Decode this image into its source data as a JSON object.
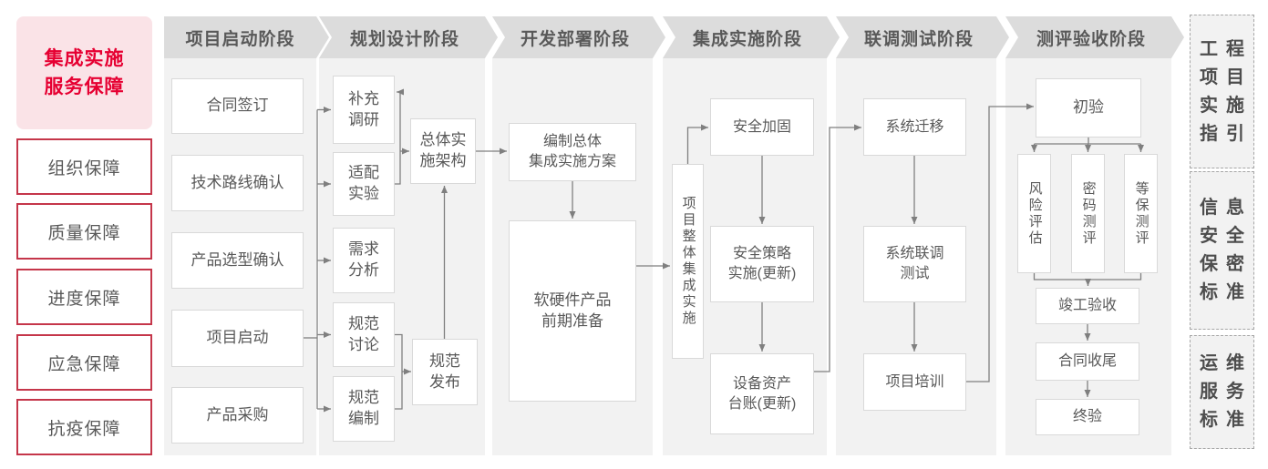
{
  "sidebar": {
    "title": "集成实施\n服务保障",
    "items": [
      "组织保障",
      "质量保障",
      "进度保障",
      "应急保障",
      "抗疫保障"
    ]
  },
  "phases": [
    {
      "label": "项目启动阶段",
      "boxes": [
        "合同签订",
        "技术路线确认",
        "产品选型确认",
        "项目启动",
        "产品采购"
      ]
    },
    {
      "label": "规划设计阶段",
      "boxes": [
        "补充\n调研",
        "适配\n实验",
        "需求\n分析",
        "规范\n讨论",
        "规范\n编制",
        "总体实\n施架构",
        "规范\n发布"
      ]
    },
    {
      "label": "开发部署阶段",
      "boxes": [
        "编制总体\n集成实施方案",
        "软硬件产品\n前期准备"
      ]
    },
    {
      "label": "集成实施阶段",
      "boxes": [
        "项目整体集成实施",
        "安全加固",
        "安全策略\n实施(更新)",
        "设备资产\n台账(更新)"
      ]
    },
    {
      "label": "联调测试阶段",
      "boxes": [
        "系统迁移",
        "系统联调\n测试",
        "项目培训"
      ]
    },
    {
      "label": "测评验收阶段",
      "boxes": [
        "初验",
        "风险评估",
        "密码测评",
        "等保测评",
        "竣工验收",
        "合同收尾",
        "终验"
      ]
    }
  ],
  "panels": [
    "工程\n项目\n实施\n指引",
    "信息\n安全\n保密\n标准",
    "运维\n服务\n标准"
  ],
  "palette": {
    "accent_red": "#e60032",
    "red_border": "#c5364a",
    "pink_bg": "#fae3e7",
    "header_bg": "#dcdcdc",
    "column_bg": "#f2f2f2",
    "box_border": "#d9d9d9",
    "connector": "#7f7f7f",
    "text": "#595959"
  }
}
